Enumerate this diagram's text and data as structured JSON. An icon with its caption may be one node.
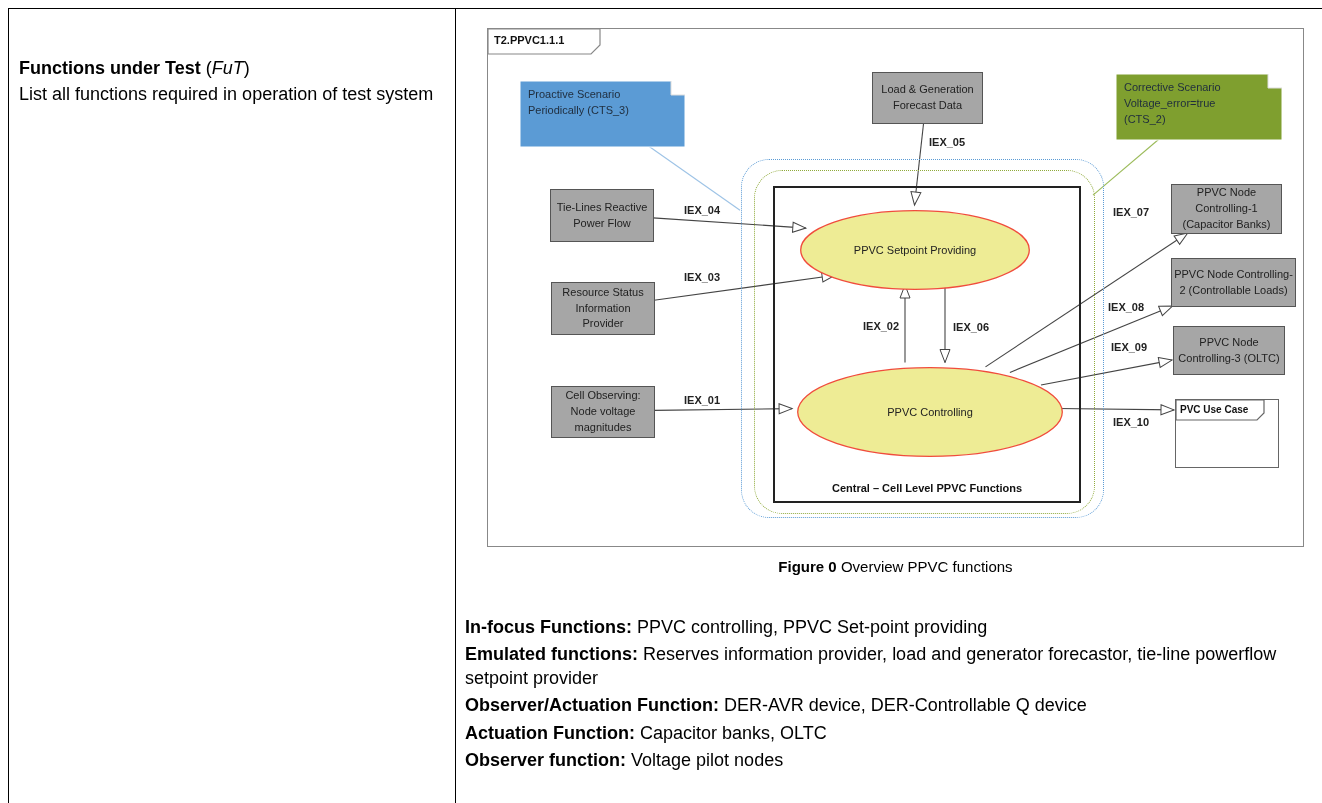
{
  "diagram": {
    "caption": "**Figure 0** Overview PPVC functions",
    "nodes": [
      {
        "text": [
          "T2.PPVC1.1.1"
        ]
      },
      {
        "text": [
          "Proactive Scenario Periodically (CTS_3)"
        ],
        "in": 0
      },
      {
        "text": [
          "Load & Generation Forecast Data"
        ],
        "in": 0
      },
      {
        "text": [
          "Corrective Scenario Voltage_error=true (CTS_2)"
        ],
        "in": 0
      },
      {
        "text": [],
        "shape": "box",
        "in": 0
      },
      {
        "text": [],
        "shape": "box",
        "in": 4
      },
      {
        "text": [
          "Central – Cell Level PPVC Functions"
        ],
        "in": 5
      },
      {
        "text": [
          "PPVC Setpoint Providing"
        ],
        "in": 6
      },
      {
        "text": [
          "PPVC Controlling"
        ],
        "in": 6
      },
      {
        "text": [
          "Tie-Lines Reactive Power Flow"
        ],
        "in": 0
      },
      {
        "text": [
          "Resource Status Information Provider"
        ],
        "in": 0
      },
      {
        "text": [
          "Cell Observing: Node voltage magnitudes"
        ],
        "in": 0
      },
      {
        "text": [
          "PPVC Node Controlling-1 (Capacitor Banks)"
        ],
        "in": 0
      },
      {
        "text": [
          "PPVC Node Controlling-2 (Controllable Loads)"
        ],
        "in": 0
      },
      {
        "text": [
          "PPVC Node Controlling-3 (OLTC)"
        ],
        "in": 0
      },
      {
        "text": [
          "PVC Use Case"
        ],
        "in": 0
      }
    ],
    "edges": [
      {
        "from": 2,
        "to": 7,
        "arrow": "to",
        "label": "IEX_05"
      },
      {
        "from": 9,
        "to": 7,
        "arrow": "to",
        "label": "IEX_04"
      },
      {
        "from": 10,
        "to": 7,
        "arrow": "to",
        "label": "IEX_03"
      },
      {
        "from": 11,
        "to": 8,
        "arrow": "to",
        "label": "IEX_01"
      },
      {
        "from": 8,
        "to": 7,
        "arrow": "to",
        "label": "IEX_02"
      },
      {
        "from": 7,
        "to": 8,
        "arrow": "to",
        "label": "IEX_06"
      },
      {
        "from": 8,
        "to": 12,
        "arrow": "to",
        "label": "IEX_07"
      },
      {
        "from": 8,
        "to": 13,
        "arrow": "to",
        "label": "IEX_08"
      },
      {
        "from": 8,
        "to": 14,
        "arrow": "to",
        "label": "IEX_09"
      },
      {
        "from": 8,
        "to": 15,
        "arrow": "to",
        "label": "IEX_10"
      },
      {
        "from": 1,
        "to": 4,
        "arrow": "none",
        "color": "#9dc3e6"
      },
      {
        "from": 3,
        "to": 5,
        "arrow": "none",
        "color": "#9bbb59"
      }
    ],
    "labels": [
      "**Functions under Test** (*FuT*)",
      "List all functions required in operation of test system",
      "**In-focus Functions:** PPVC controlling, PPVC Set-point providing",
      "**Emulated functions:** Reserves information provider, load and generator forecastor, tie-line powerflow setpoint provider",
      "**Observer/Actuation Function:** DER-AVR device, DER-Controllable Q device",
      "**Actuation Function:** Capacitor banks, OLTC",
      "**Observer function:** Voltage pilot nodes"
    ]
  }
}
